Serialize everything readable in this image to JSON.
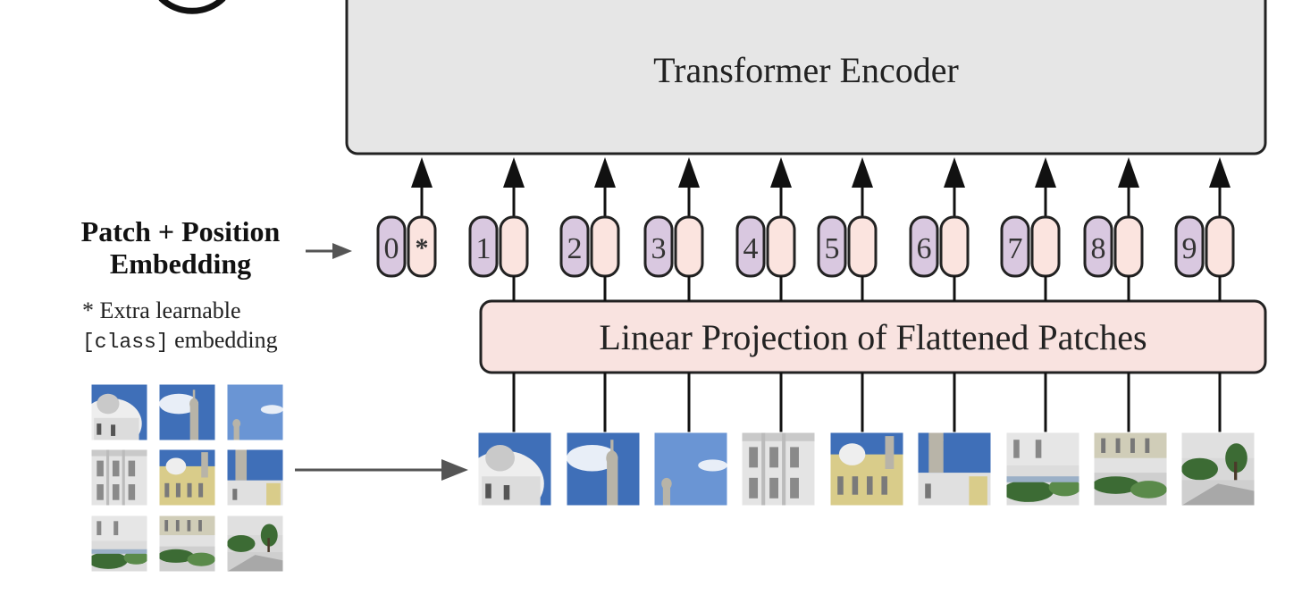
{
  "encoder": {
    "label": "Transformer Encoder"
  },
  "projection": {
    "label": "Linear Projection of Flattened Patches"
  },
  "embedding": {
    "label_line1": "Patch + Position",
    "label_line2": "Embedding",
    "note_line1": "* Extra learnable",
    "note_code": "[class]",
    "note_rest": " embedding"
  },
  "tokens": [
    "0",
    "1",
    "2",
    "3",
    "4",
    "5",
    "6",
    "7",
    "8",
    "9"
  ],
  "class_token_marker": "*",
  "colors": {
    "encoder_fill": "#e6e6e6",
    "projection_fill": "#f9e3e0",
    "position_fill": "#d9c8e0",
    "patch_fill": "#fbe4df",
    "stroke": "#222222",
    "arrow_gray": "#555555"
  },
  "icons": [
    "arrow-right-icon",
    "arrow-up-icon"
  ],
  "image_patches": [
    "dome-building-patch",
    "tower-sky-patch",
    "blue-sky-patch",
    "facade-columns-patch",
    "yellow-facade-patch",
    "facade-tower-patch",
    "garden-shrubs-patch",
    "garden-building-patch",
    "garden-path-patch"
  ]
}
